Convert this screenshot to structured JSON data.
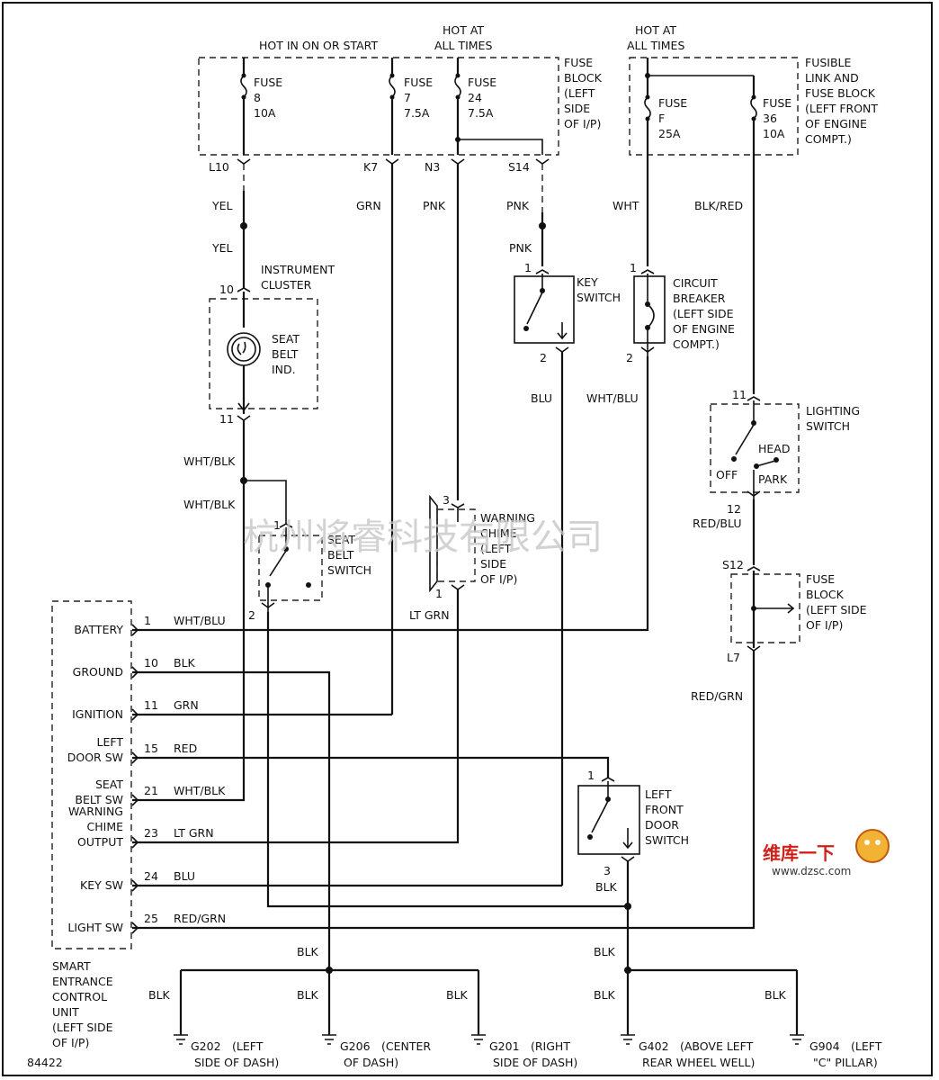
{
  "labels": {
    "hot_run": "HOT IN ON OR START",
    "hot_at_1": "HOT AT",
    "all_times_1": "ALL TIMES",
    "hot_at_2": "HOT AT",
    "all_times_2": "ALL TIMES",
    "fuse_block_1": "FUSE",
    "fuse_block_2": "BLOCK",
    "fuse_block_3": "(LEFT",
    "fuse_block_4": "SIDE",
    "fuse_block_5": "OF I/P)",
    "fusible_1": "FUSIBLE",
    "fusible_2": "LINK AND",
    "fusible_3": "FUSE BLOCK",
    "fusible_4": "(LEFT FRONT",
    "fusible_5": "OF ENGINE",
    "fusible_6": "COMPT.)",
    "fuse8_1": "FUSE",
    "fuse8_2": "8",
    "fuse8_3": "10A",
    "fuse7_1": "FUSE",
    "fuse7_2": "7",
    "fuse7_3": "7.5A",
    "fuse24_1": "FUSE",
    "fuse24_2": "24",
    "fuse24_3": "7.5A",
    "fuseF_1": "FUSE",
    "fuseF_2": "F",
    "fuseF_3": "25A",
    "fuse36_1": "FUSE",
    "fuse36_2": "36",
    "fuse36_3": "10A",
    "L10": "L10",
    "K7": "K7",
    "N3": "N3",
    "S14": "S14",
    "yel1": "YEL",
    "yel2": "YEL",
    "grn": "GRN",
    "pnk1": "PNK",
    "pnk2": "PNK",
    "pnk3": "PNK",
    "wht": "WHT",
    "blkred": "BLK/RED",
    "ic_1": "INSTRUMENT",
    "ic_2": "CLUSTER",
    "p10": "10",
    "p11": "11",
    "sbi_1": "SEAT",
    "sbi_2": "BELT",
    "sbi_3": "IND.",
    "ks_1": "KEY",
    "ks_2": "SWITCH",
    "ks_p1": "1",
    "ks_p2": "2",
    "cb_1": "CIRCUIT",
    "cb_2": "BREAKER",
    "cb_3": "(LEFT SIDE",
    "cb_4": "OF ENGINE",
    "cb_5": "COMPT.)",
    "cb_p1": "1",
    "cb_p2": "2",
    "blu": "BLU",
    "whtblu": "WHT/BLU",
    "ls_1": "LIGHTING",
    "ls_2": "SWITCH",
    "ls_head": "HEAD",
    "ls_off": "OFF",
    "ls_park": "PARK",
    "ls_p11": "11",
    "ls_p12": "12",
    "redblu": "RED/BLU",
    "whtblk1": "WHT/BLK",
    "whtblk2": "WHT/BLK",
    "sbs_1": "SEAT",
    "sbs_2": "BELT",
    "sbs_3": "SWITCH",
    "sbs_p1": "1",
    "sbs_p2": "2",
    "wc_1": "WARNING",
    "wc_2": "CHIME",
    "wc_3": "(LEFT",
    "wc_4": "SIDE",
    "wc_5": "OF I/P)",
    "wc_p3": "3",
    "wc_p1": "1",
    "ltgrn": "LT GRN",
    "s12": "S12",
    "fb2_1": "FUSE",
    "fb2_2": "BLOCK",
    "fb2_3": "(LEFT SIDE",
    "fb2_4": "OF I/P)",
    "l7": "L7",
    "redgrn": "RED/GRN",
    "lfd_1": "LEFT",
    "lfd_2": "FRONT",
    "lfd_3": "DOOR",
    "lfd_4": "SWITCH",
    "lfd_p1": "1",
    "lfd_p3": "3",
    "blk_a": "BLK",
    "blk_b": "BLK",
    "blk_c": "BLK",
    "blk_d": "BLK",
    "blk_e": "BLK",
    "blk_f": "BLK",
    "blk_g": "BLK",
    "blk_h": "BLK",
    "g202": "G202",
    "g202_1": "(LEFT",
    "g202_2": "SIDE OF DASH)",
    "g206": "G206",
    "g206_1": "(CENTER",
    "g206_2": "OF DASH)",
    "g201": "G201",
    "g201_1": "(RIGHT",
    "g201_2": "SIDE OF DASH)",
    "g402": "G402",
    "g402_1": "(ABOVE LEFT",
    "g402_2": "REAR WHEEL WELL)",
    "g904": "G904",
    "g904_1": "(LEFT",
    "g904_2": "\"C\" PILLAR)",
    "sec_1": "SMART",
    "sec_2": "ENTRANCE",
    "sec_3": "CONTROL",
    "sec_4": "UNIT",
    "sec_5": "(LEFT SIDE",
    "sec_6": "OF I/P)",
    "ref": "84422",
    "watermark": "杭州将睿科技有限公司",
    "logo_1": "维库一下",
    "logo_2": "www.dzsc.com"
  },
  "pins": [
    {
      "name": "BATTERY",
      "pin": "1",
      "wire": "WHT/BLU"
    },
    {
      "name": "GROUND",
      "pin": "10",
      "wire": "BLK"
    },
    {
      "name": "IGNITION",
      "pin": "11",
      "wire": "GRN"
    },
    {
      "name": "LEFT",
      "name2": "DOOR SW",
      "pin": "15",
      "wire": "RED"
    },
    {
      "name": "SEAT",
      "name2": "BELT SW",
      "pin": "21",
      "wire": "WHT/BLK"
    },
    {
      "name": "WARNING",
      "name2": "CHIME",
      "name3": "OUTPUT",
      "pin": "23",
      "wire": "LT GRN"
    },
    {
      "name": "KEY SW",
      "pin": "24",
      "wire": "BLU"
    },
    {
      "name": "LIGHT SW",
      "pin": "25",
      "wire": "RED/GRN"
    }
  ]
}
